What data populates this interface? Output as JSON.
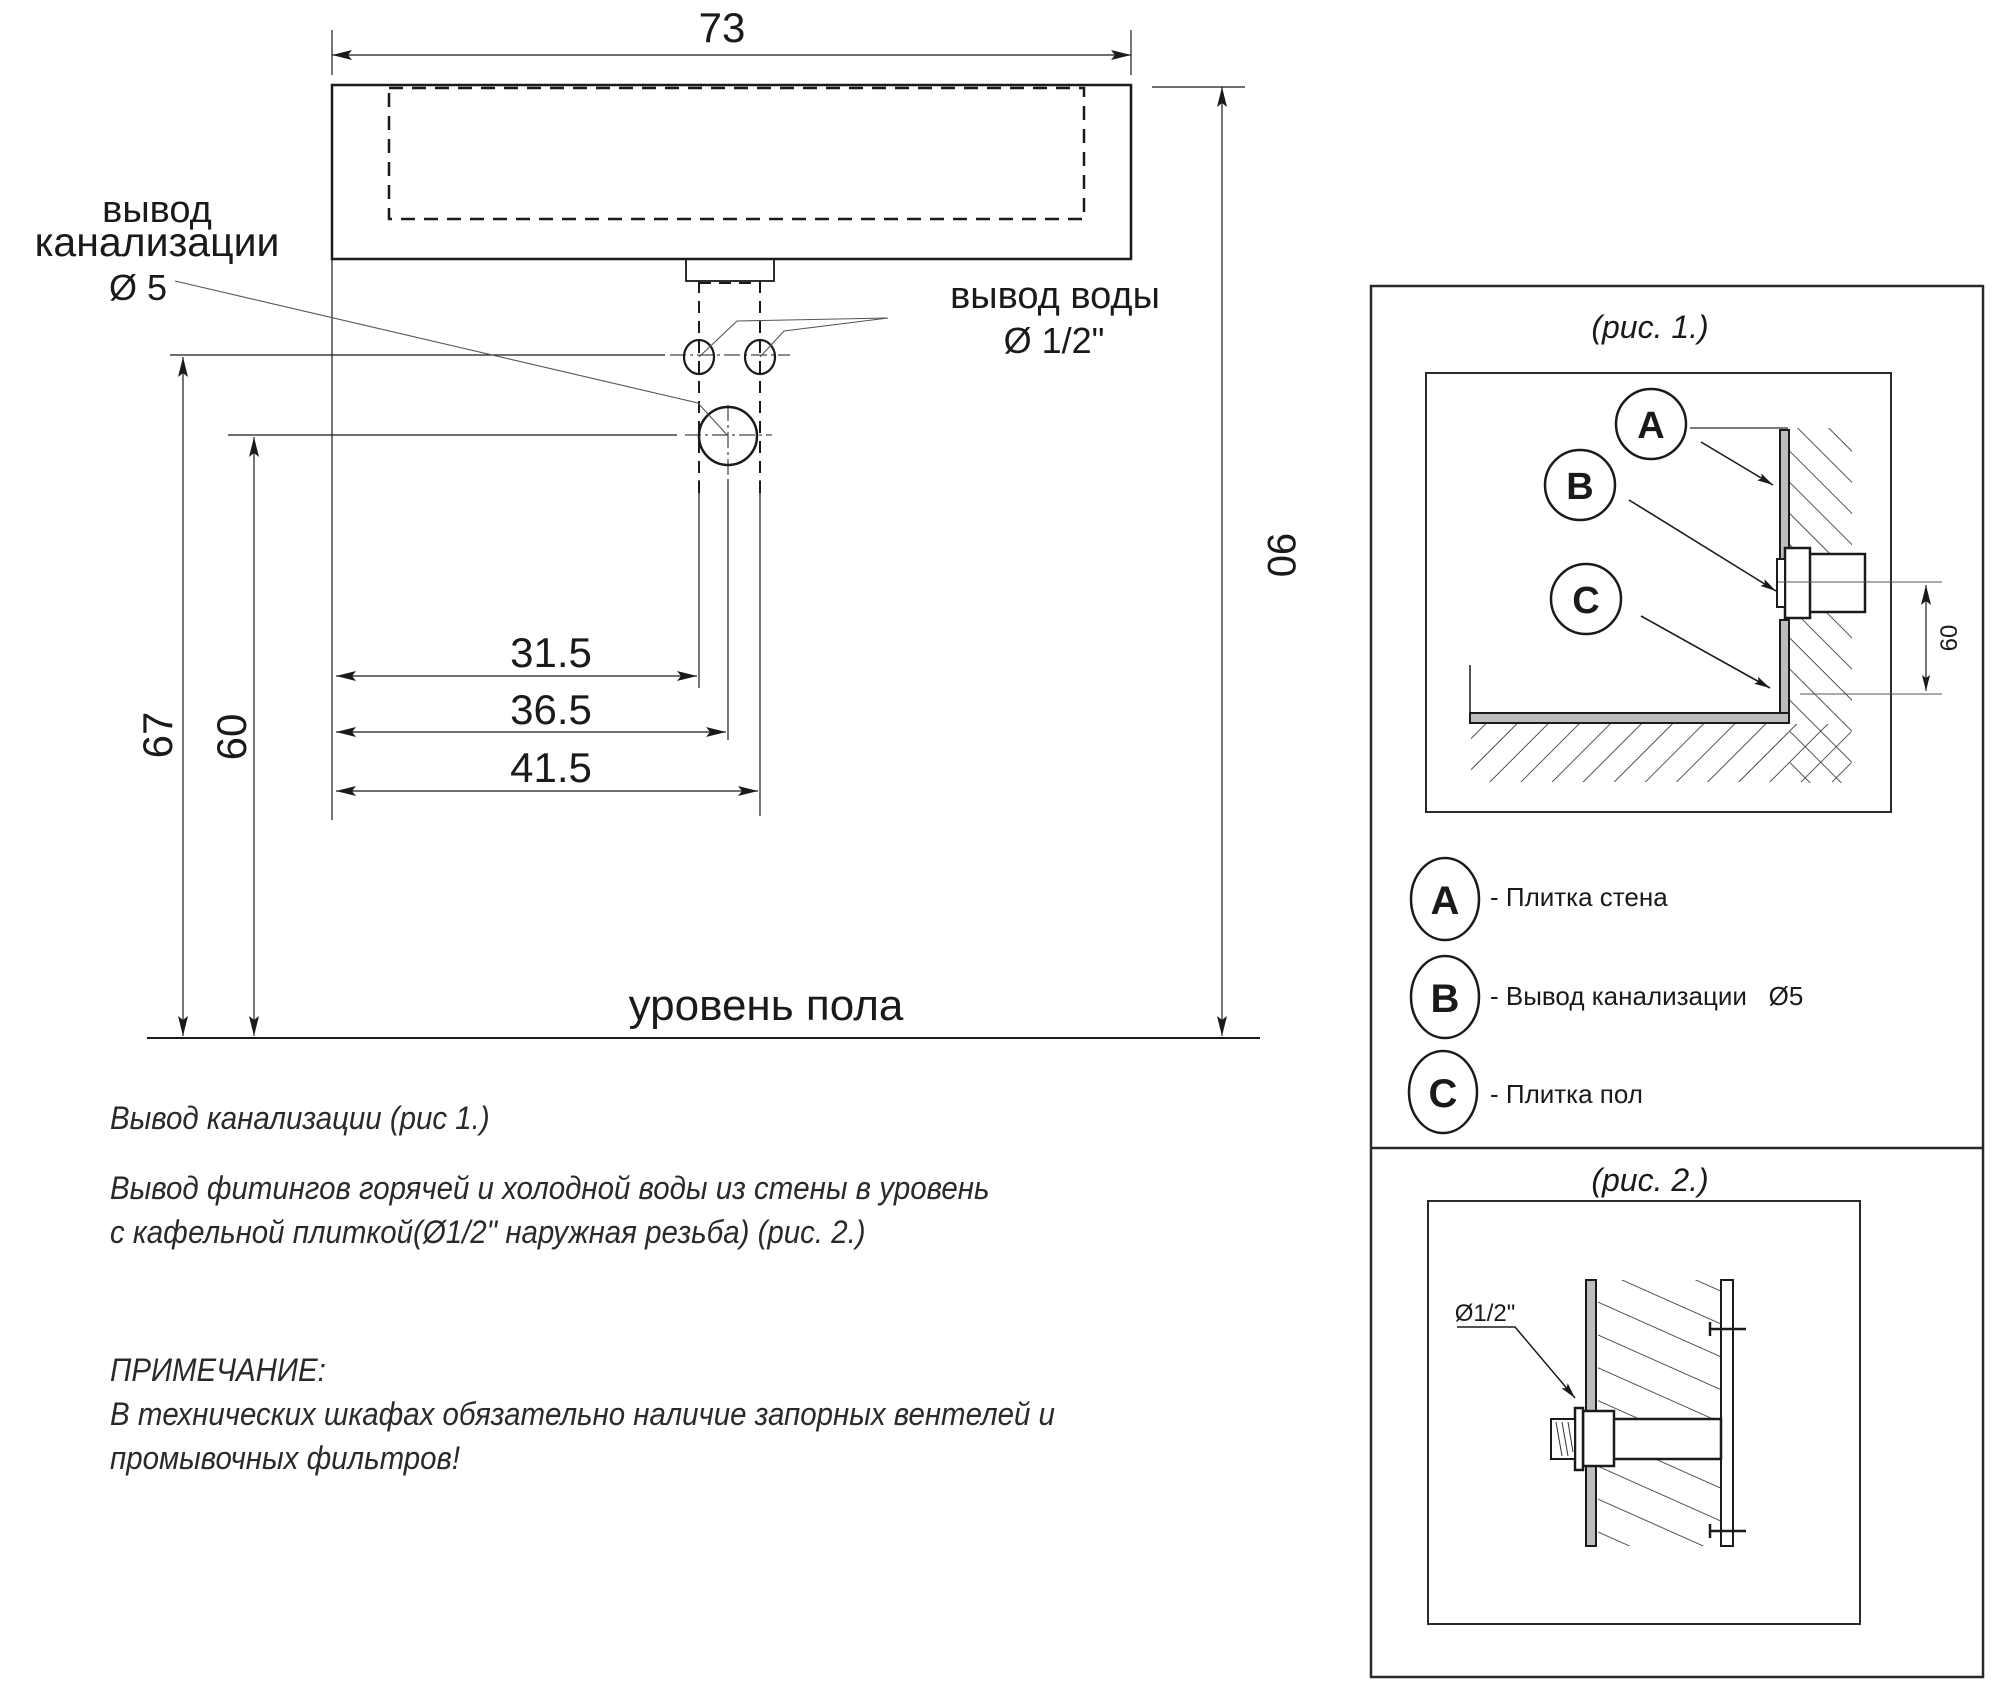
{
  "main_drawing": {
    "width_dim": "73",
    "height_dim": "90",
    "drain_height_dim": "60",
    "water_height_dim": "67",
    "offset_dims": [
      "31.5",
      "36.5",
      "41.5"
    ],
    "drain_label_line1": "вывод",
    "drain_label_line2": "канализации",
    "drain_label_size": "Ø 5",
    "water_label_line1": "вывод воды",
    "water_label_size": "Ø 1/2\"",
    "floor_label": "уровень пола"
  },
  "notes": {
    "drain_note": "Вывод канализации (рис 1.)",
    "water_note_line1": "Вывод фитингов горячей и холодной воды из стены в уровень",
    "water_note_line2": "с кафельной плиткой(Ø1/2\" наружная резьба) (рис. 2.)",
    "remark_title": "ПРИМЕЧАНИЕ:",
    "remark_line1": "В технических шкафах обязательно наличие запорных вентелей и",
    "remark_line2": "промывочных фильтров!"
  },
  "fig1": {
    "caption": "(рис. 1.)",
    "dim": "60",
    "markers": [
      "A",
      "B",
      "C"
    ]
  },
  "legend": [
    {
      "marker": "A",
      "text": "- Плитка стена"
    },
    {
      "marker": "B",
      "text": "- Вывод канализации   Ø5"
    },
    {
      "marker": "C",
      "text": "- Плитка пол"
    }
  ],
  "fig2": {
    "caption": "(рис. 2.)",
    "thread_label": "Ø1/2\""
  }
}
